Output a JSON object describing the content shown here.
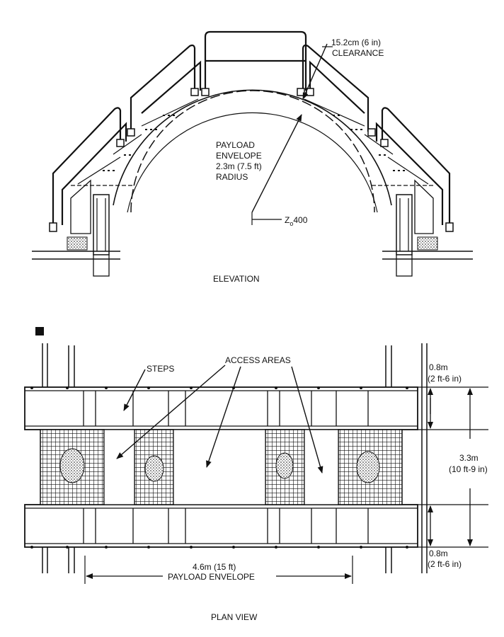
{
  "elevation": {
    "caption": "ELEVATION",
    "clearance": {
      "value": "15.2cm (6 in)",
      "label": "CLEARANCE"
    },
    "payload_envelope": {
      "line1": "PAYLOAD",
      "line2": "ENVELOPE",
      "line3": "2.3m (7.5 ft)",
      "line4": "RADIUS"
    },
    "station": {
      "prefix": "Z",
      "subscript": "o",
      "value": "400"
    }
  },
  "plan": {
    "caption": "PLAN VIEW",
    "steps_label": "STEPS",
    "access_areas_label": "ACCESS AREAS",
    "dim_top": {
      "line1": "0.8m",
      "line2": "(2 ft-6 in)"
    },
    "dim_total": {
      "line1": "3.3m",
      "line2": "(10 ft-9 in)"
    },
    "dim_bottom": {
      "line1": "0.8m",
      "line2": "(2 ft-6 in)"
    },
    "width_dim": "4.6m (15 ft)",
    "width_label": "PAYLOAD ENVELOPE"
  }
}
